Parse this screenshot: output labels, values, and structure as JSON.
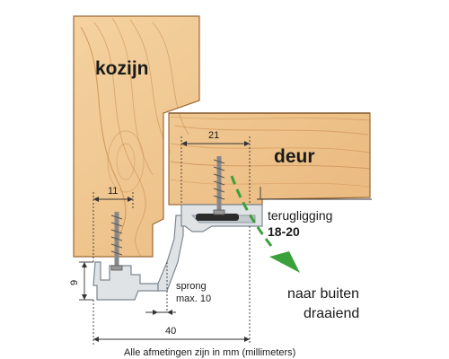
{
  "labels": {
    "frame": "kozijn",
    "door": "deur",
    "recess_label": "terugligging",
    "recess_value": "18-20",
    "direction_line1": "naar buiten",
    "direction_line2": "draaiend",
    "rebate_label": "sprong",
    "rebate_value": "max. 10",
    "footer": "Alle afmetingen zijn in mm (millimeters)"
  },
  "dimensions": {
    "left_width": "11",
    "right_width": "21",
    "height": "9",
    "total_width": "40"
  },
  "colors": {
    "wood_light": "#f3cf9c",
    "wood_dark": "#c8894a",
    "wood_grain": "#b8773c",
    "profile_fill": "#dfe3e6",
    "profile_stroke": "#7d8790",
    "dim_line": "#333333",
    "green_arrow": "#3aa13a"
  },
  "icons": {
    "screw": "screw-icon",
    "arrow": "green-arrow-icon"
  }
}
